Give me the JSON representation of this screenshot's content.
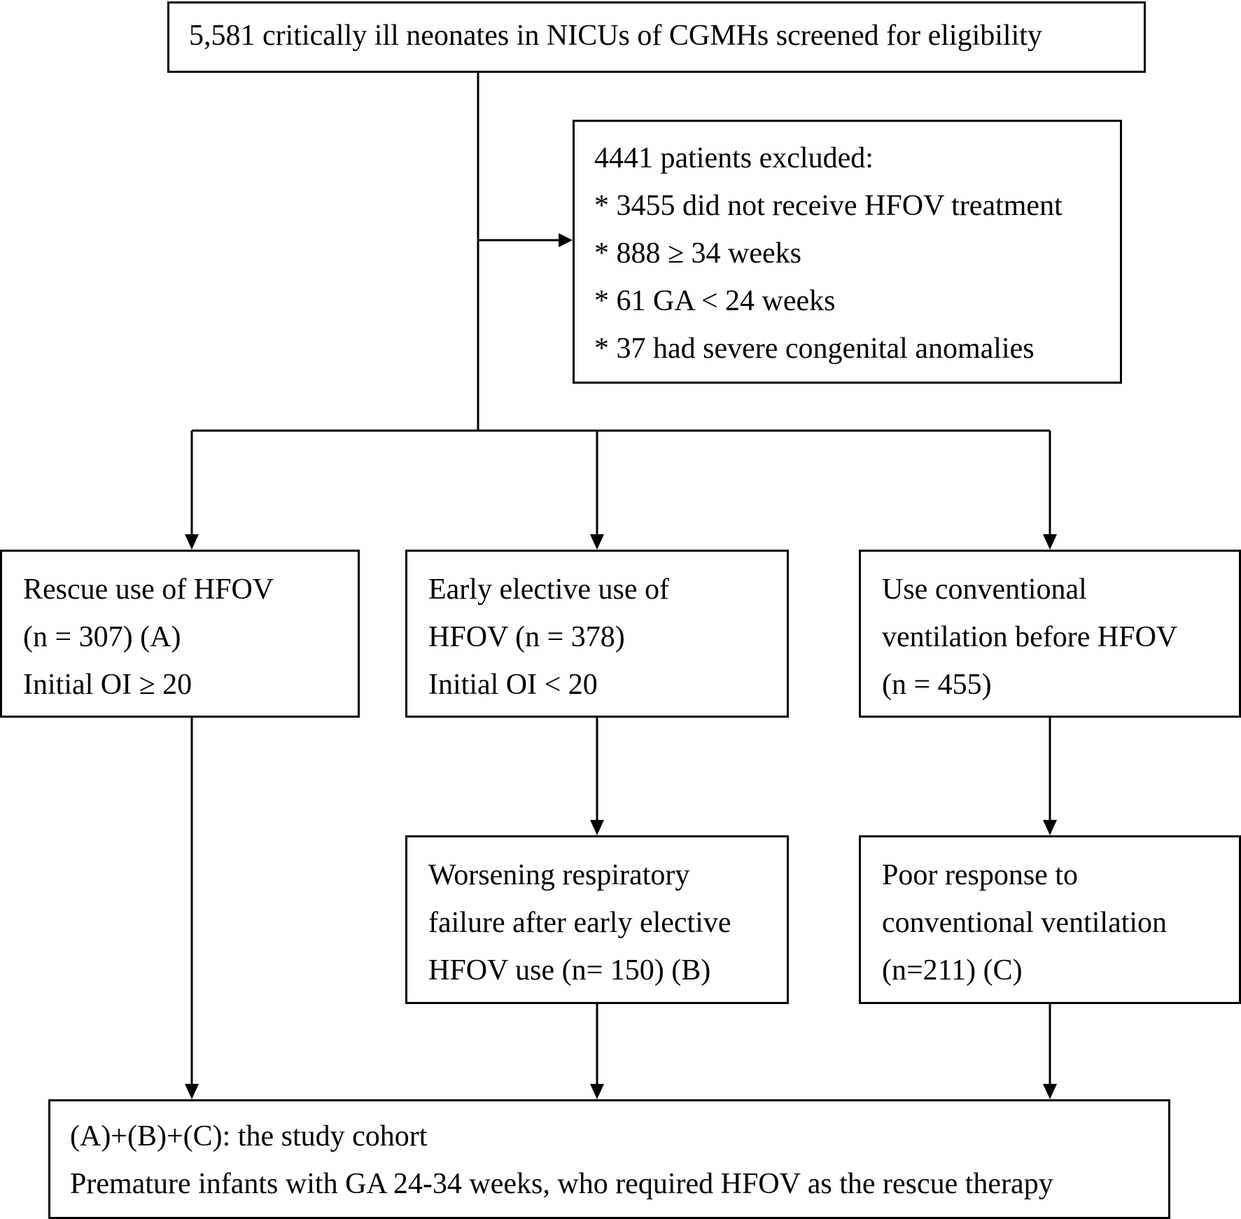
{
  "screening": {
    "text": "5,581 critically ill neonates in NICUs of CGMHs screened for eligibility"
  },
  "excluded": {
    "title": "4441 patients excluded:",
    "items": [
      "* 3455 did not receive HFOV treatment",
      "* 888 ≥ 34 weeks",
      "* 61 GA < 24 weeks",
      "* 37 had severe congenital anomalies"
    ]
  },
  "groups": {
    "rescue": [
      "Rescue use of HFOV",
      "(n = 307) (A)",
      "Initial OI ≥ 20"
    ],
    "early": [
      "Early elective use of",
      "HFOV (n = 378)",
      "Initial OI < 20"
    ],
    "conventional": [
      "Use conventional",
      "ventilation before HFOV",
      "(n = 455)"
    ]
  },
  "subgroups": {
    "worsening": [
      "Worsening respiratory",
      "failure after early elective",
      "HFOV use (n= 150) (B)"
    ],
    "poor_response": [
      "Poor response to",
      "conventional ventilation",
      "(n=211) (C)"
    ]
  },
  "cohort": {
    "lines": [
      "(A)+(B)+(C): the study cohort",
      "Premature infants with GA 24-34 weeks, who required HFOV as the rescue therapy"
    ]
  }
}
